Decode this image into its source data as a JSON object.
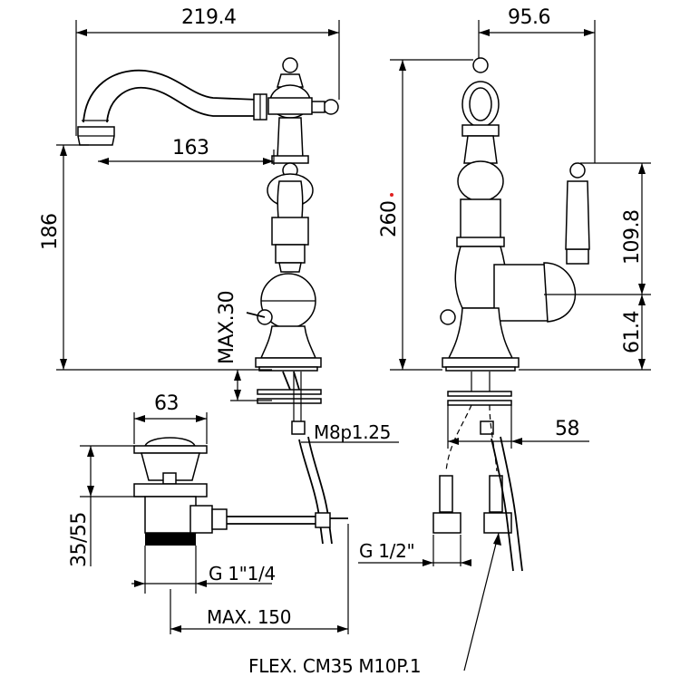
{
  "dimensions": {
    "spout_width": "219.4",
    "side_width": "95.6",
    "spout_reach": "163",
    "height_spout": "186",
    "height_total": "260",
    "handle_height": "109.8",
    "base_height": "61.4",
    "deck_thickness": "MAX.30",
    "thread": "M8p1.25",
    "drain_diameter": "63",
    "drain_height": "35/55",
    "drain_thread": "G 1\"1/4",
    "max_reach": "MAX. 150",
    "side_offset": "58",
    "connector_thread": "G 1/2\""
  },
  "labels": {
    "flex_hose": "FLEX. CM35 M10P.1"
  },
  "colors": {
    "lines": "#000000",
    "background": "#ffffff",
    "accent_dot": "#e02020"
  }
}
